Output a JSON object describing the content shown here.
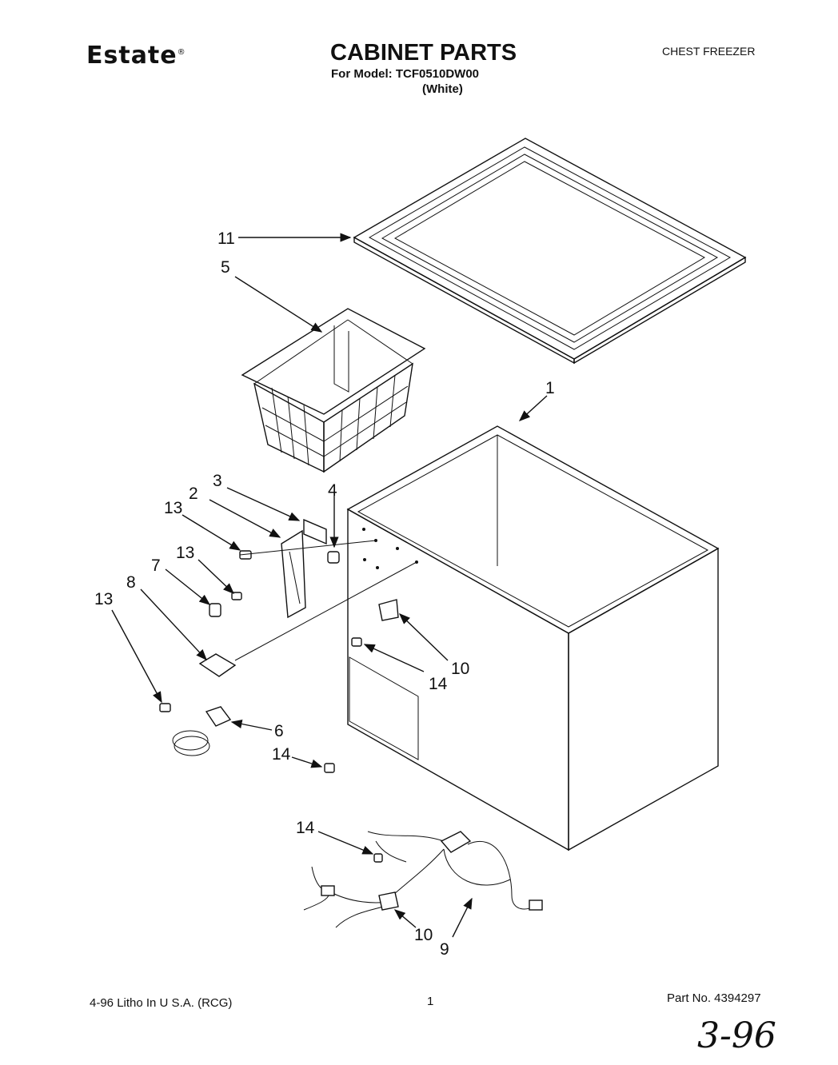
{
  "header": {
    "brand": "Estate",
    "title": "CABINET PARTS",
    "model_line": "For Model: TCF0510DW00",
    "color_line": "(White)",
    "category": "CHEST FREEZER"
  },
  "footer": {
    "litho": "4-96 Litho In U S.A. (RCG)",
    "page": "1",
    "part_number": "Part No. 4394297",
    "handwritten_note": "3-96"
  },
  "callouts": {
    "c1": "1",
    "c2": "2",
    "c3": "3",
    "c4": "4",
    "c5": "5",
    "c6": "6",
    "c7": "7",
    "c8": "8",
    "c9": "9",
    "c10a": "10",
    "c10b": "10",
    "c11": "11",
    "c13a": "13",
    "c13b": "13",
    "c13c": "13",
    "c14a": "14",
    "c14b": "14",
    "c14c": "14"
  }
}
